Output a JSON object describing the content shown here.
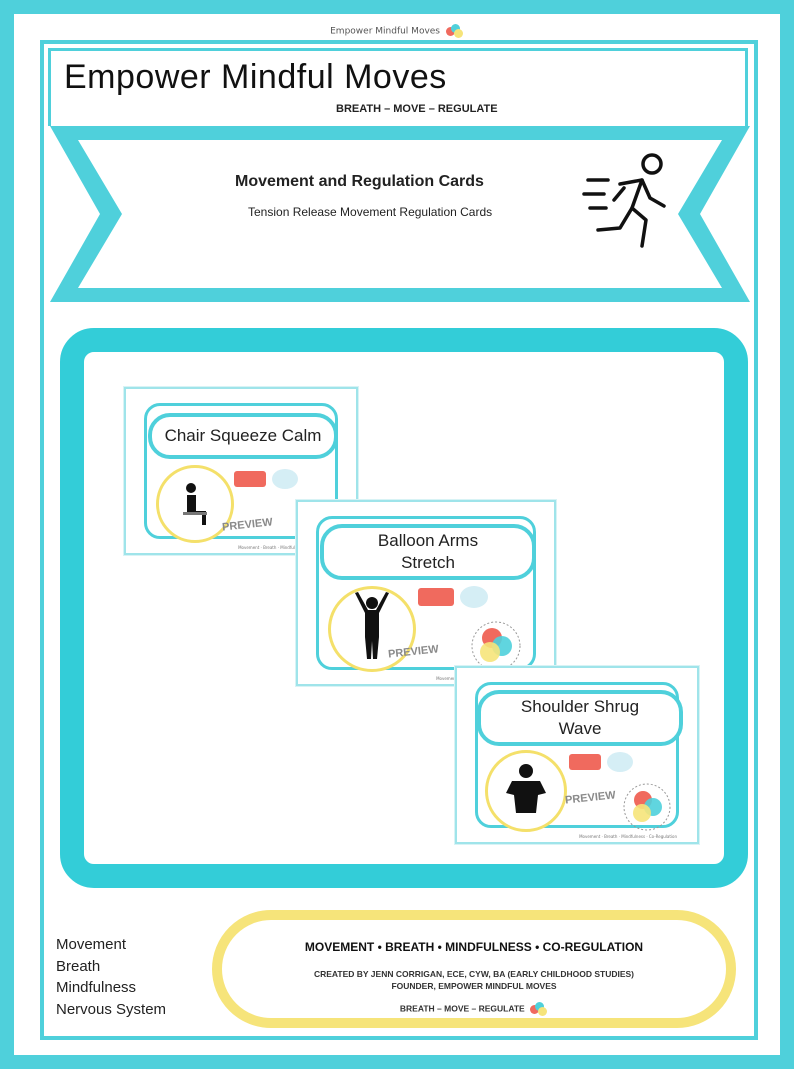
{
  "brand": {
    "small_name": "Empower Mindful Moves"
  },
  "header": {
    "title": "Empower Mindful Moves",
    "tagline": "BREATH – MOVE – REGULATE"
  },
  "banner": {
    "title": "Movement and Regulation Cards",
    "subtitle": "Tension Release Movement Regulation Cards",
    "icon": "running-person-icon"
  },
  "cards": [
    {
      "title": "Chair Squeeze Calm",
      "figure": "seated-person-icon",
      "stamp": "PREVIEW",
      "footer": "Movement · Breath · Mindfulness · Co-Regulation"
    },
    {
      "title": "Balloon Arms Stretch",
      "figure": "arms-up-person-icon",
      "stamp": "PREVIEW",
      "footer": "Movement · Breath · Mindfulness · Co-Regulation"
    },
    {
      "title": "Shoulder Shrug Wave",
      "figure": "shrugging-person-icon",
      "stamp": "PREVIEW",
      "footer": "Movement · Breath · Mindfulness · Co-Regulation"
    }
  ],
  "left_list": [
    "Movement",
    "Breath",
    "Mindfulness",
    "Nervous System"
  ],
  "footer_pill": {
    "heading": "MOVEMENT • BREATH • MINDFULNESS • CO-REGULATION",
    "credit_line1": "CREATED BY JENN CORRIGAN, ECE, CYW, BA (EARLY CHILDHOOD STUDIES)",
    "credit_line2": "FOUNDER, EMPOWER MINDFUL MOVES",
    "tagline": "BREATH – MOVE – REGULATE"
  },
  "colors": {
    "teal": "#4fd0db",
    "teal_dark": "#33cdd8",
    "yellow": "#f6e47a",
    "red": "#f06a5e"
  }
}
